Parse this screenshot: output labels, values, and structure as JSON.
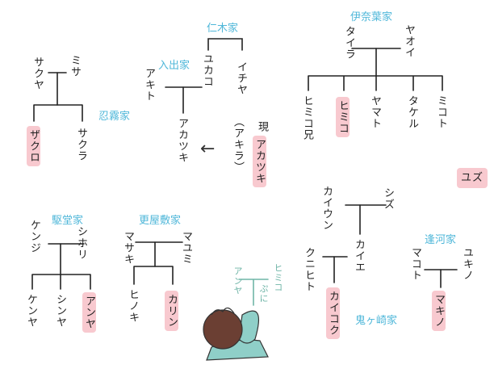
{
  "families": {
    "nisemu": "仁木家",
    "nyude": "入出家",
    "shinobu": "忍霧家",
    "inaba": "伊奈葉家",
    "kudou": "駆堂家",
    "sarayashiki": "更屋敷家",
    "hougawa": "逢河家",
    "onigasaki": "鬼ヶ崎家"
  },
  "people": {
    "misa": "ミサ",
    "sakuya": "サクヤ",
    "zakuro": "ザクロ",
    "sakura": "サクラ",
    "yukako": "ユカコ",
    "ichiya": "イチヤ",
    "akito": "アキト",
    "akatsuki": "アカツキ",
    "akira_paren": "（アキラ）",
    "gen_akatsuki_prefix": "現",
    "gen_akatsuki_name": "アカツキ",
    "taira": "タイラ",
    "yaoi": "ヤオイ",
    "himikoani": "ヒミコ兄",
    "himiko": "ヒミコ",
    "yamato": "ヤマト",
    "takeru": "タケル",
    "mikoto": "ミコト",
    "yuzu": "ユズ",
    "shizu": "シズ",
    "kaiun": "カイウン",
    "kunihito": "クニヒト",
    "kaie": "カイエ",
    "kaikoku": "カイコク",
    "makoto": "マコト",
    "yukino": "ユキノ",
    "makino": "マキノ",
    "shihori": "シホリ",
    "kenji": "ケンジ",
    "kenya": "ケンヤ",
    "shinya": "シンヤ",
    "anya": "アンヤ",
    "masaki": "マサキ",
    "mayumi": "マユミ",
    "hinoki": "ヒノキ",
    "karin": "カリン"
  },
  "notes": {
    "anya": "アンヤ",
    "himiko": "ヒミコ",
    "puni": "ぷに"
  },
  "colors": {
    "family_label": "#4fb7d9",
    "highlight": "#f8c9cf",
    "line": "#222222",
    "note": "#6fb5a7",
    "creature_body": "#6b3f33",
    "creature_cloth": "#8fcfc8"
  }
}
